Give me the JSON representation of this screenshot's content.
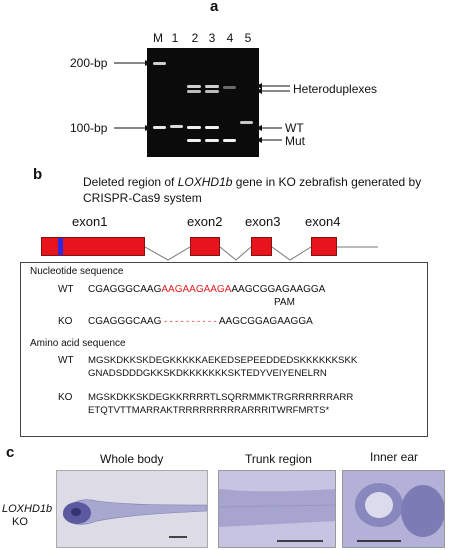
{
  "panel_a": {
    "label": "a",
    "lanes": [
      "M",
      "1",
      "2",
      "3",
      "4",
      "5"
    ],
    "marker_200": "200-bp",
    "marker_100": "100-bp",
    "heteroduplexes": "Heteroduplexes",
    "wt": "WT",
    "mut": "Mut"
  },
  "panel_b": {
    "label": "b",
    "title_pre": "Deleted region of ",
    "title_gene": "LOXHD1b",
    "title_post": " gene in KO zebrafish generated by",
    "title_line2": "CRISPR-Cas9 system",
    "exons": [
      "exon1",
      "exon2",
      "exon3",
      "exon4"
    ],
    "nucleotide_heading": "Nucleotide sequence",
    "wt_label": "WT",
    "wt_seq_1": "CGAGGGCAAG",
    "wt_seq_deleted": "AAGAAGAAGA",
    "wt_seq_2": "AAGCGGAGAAGGA",
    "pam": "PAM",
    "ko_label": "KO",
    "ko_seq_1": "CGAGGGCAAG",
    "ko_seq_gap": "- - - - - - - - - -",
    "ko_seq_2": "AAGCGGAGAAGGA",
    "aa_heading": "Amino acid sequence",
    "wt_aa_1": "MGSKDKKSKDEGKKKKKAEKEDSEPEEDDEDSKKKKKKSKK",
    "wt_aa_2": "GNADSDDDGKKSKDKKKKKKKSKTEDYVEIYENELRN",
    "ko_aa_1": "MGSKDKKSKDEGKKRRRRTLSQRRMMKTRGRRRRRRARR",
    "ko_aa_2": "ETQTVTTMARRAKTRRRRRRRRRARRRITWRFMRTS*",
    "colors": {
      "exon": "#e8141b",
      "exon_start": "#2a2ae0",
      "deletion": "#e02020"
    }
  },
  "panel_c": {
    "label": "c",
    "whole_body": "Whole body",
    "trunk": "Trunk region",
    "inner_ear": "Inner ear",
    "row_gene": "LOXHD1b",
    "row_ko": "KO"
  }
}
